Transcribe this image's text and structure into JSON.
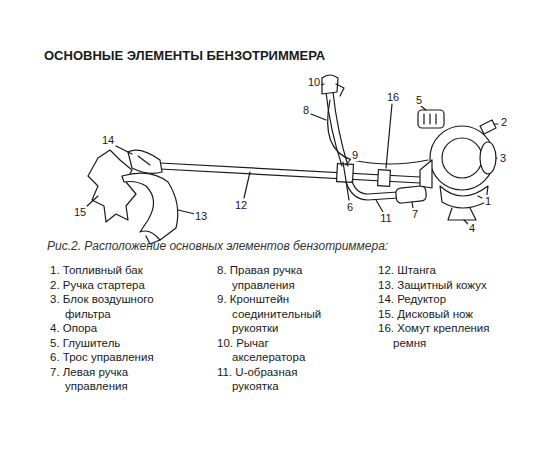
{
  "diagram": {
    "title": "ОСНОВНЫЕ ЭЛЕМЕНТЫ БЕНЗОТРИММЕРА",
    "caption": "Рис.2. Расположение основных элементов бензотриммера:",
    "labels": [
      "10",
      "8",
      "16",
      "5",
      "2",
      "14",
      "9",
      "3",
      "1",
      "6",
      "12",
      "7",
      "15",
      "13",
      "11",
      "4",
      "1. Топливный бак",
      "2. Ручка стартера",
      "3. Блок воздушного фильтра",
      "4. Опора",
      "5. Глушитель",
      "6. Трос управления",
      "7. Левая ручка управления",
      "8. Правая ручка управления",
      "9. Кронштейн соединительный рукоятки",
      "10. Рычаг акселератора",
      "11. U-образная рукоятка",
      "12. Штанга",
      "13. Защитный кожух",
      "14. Редуктор",
      "15. Дисковый нож",
      "16. Хомут крепления ремня"
    ]
  }
}
